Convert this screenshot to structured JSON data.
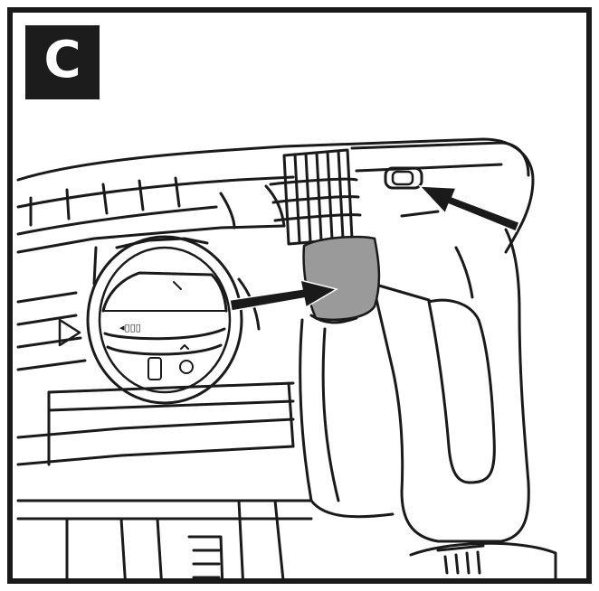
{
  "figure": {
    "step_label": "C",
    "icon": "step-letter-badge"
  },
  "illustration": {
    "parts": [
      "rotary-hammer-body",
      "mode-selector-knob",
      "trigger-switch",
      "lock-button",
      "direction-arrow",
      "battery-pack"
    ],
    "highlight_color": "#9a9a9a",
    "line_color": "#1a1a1a"
  }
}
